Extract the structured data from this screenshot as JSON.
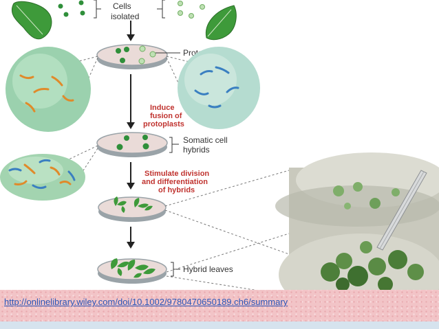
{
  "diagram": {
    "labels": {
      "cells_isolated_line1": "Cells",
      "cells_isolated_line2": "isolated",
      "protoplast": "Protoplast",
      "induce_line1": "Induce",
      "induce_line2": "fusion of",
      "induce_line3": "protoplasts",
      "somatic_line1": "Somatic cell",
      "somatic_line2": "hybrids",
      "stimulate_line1": "Stimulate division",
      "stimulate_line2": "and differentiation",
      "stimulate_line3": "of hybrids",
      "hybrid_leaves": "Hybrid leaves"
    },
    "colors": {
      "dish_fill": "#eadbd8",
      "dish_rim": "#9aa3a8",
      "leaf_green": "#3e9a3a",
      "label_red": "#c0332f",
      "arrow": "#222222"
    }
  },
  "source": {
    "url_text": "http://onlinelibrary.wiley.com/doi/10.1002/9780470650189.ch6/summary"
  }
}
